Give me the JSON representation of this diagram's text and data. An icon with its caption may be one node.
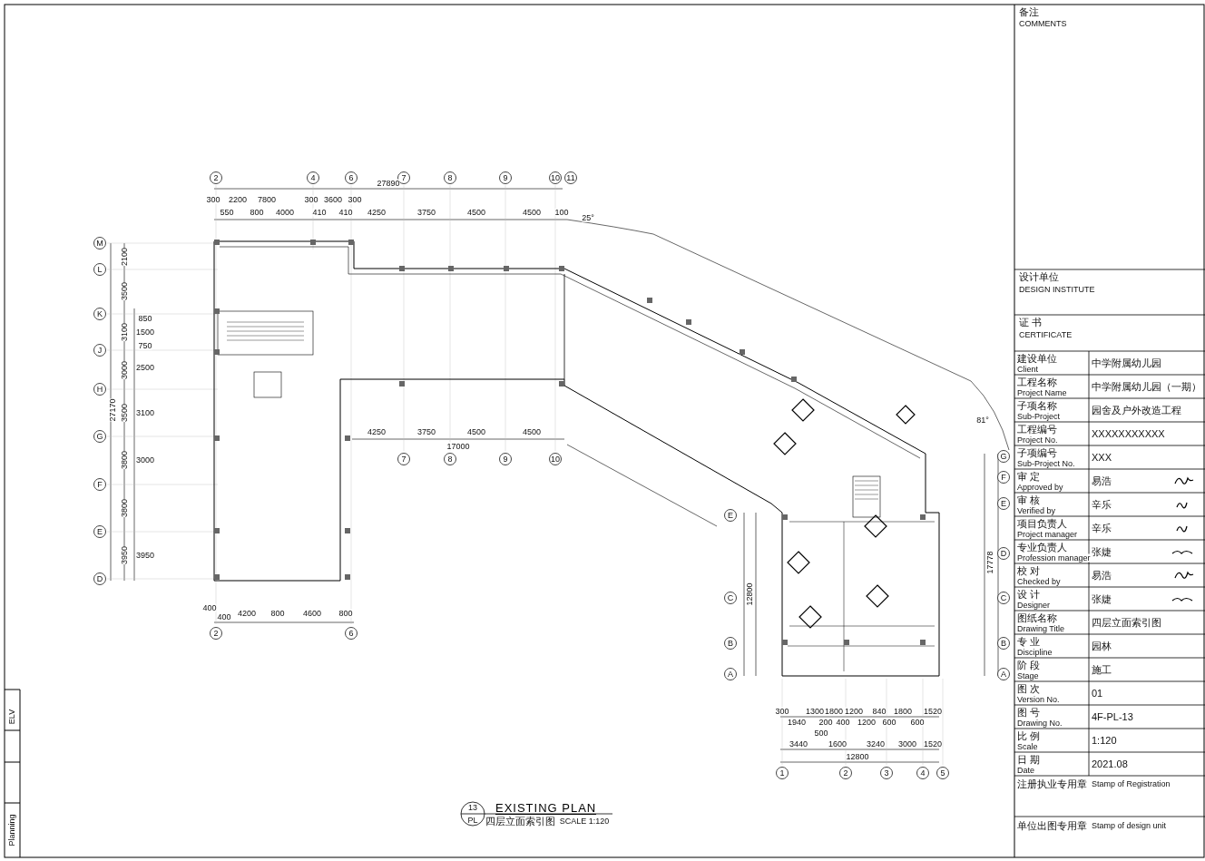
{
  "diagram": {
    "title": "EXISTING PLAN",
    "labels": [
      "备注",
      "COMMENTS",
      "2",
      "4",
      "6",
      "7",
      "8",
      "9",
      "10",
      "11",
      "27890",
      "300",
      "550",
      "2200",
      "800",
      "7800",
      "4000",
      "300",
      "410",
      "3600",
      "410",
      "300",
      "4250",
      "3750",
      "4500",
      "4500",
      "100",
      "25°",
      "M",
      "L",
      "K",
      "J",
      "H",
      "G",
      "F",
      "E",
      "D",
      "27170",
      "2100",
      "3500",
      "3100",
      "3000",
      "3500",
      "3800",
      "3800",
      "3950",
      "850",
      "1500",
      "750",
      "2500",
      "3100",
      "3000",
      "3950",
      "4250",
      "3750",
      "4500",
      "4500",
      "17000",
      "7",
      "8",
      "9",
      "10",
      "400",
      "400",
      "4200",
      "800",
      "4600",
      "800",
      "2",
      "6",
      "81°",
      "G",
      "F",
      "E",
      "D",
      "C",
      "B",
      "A",
      "17778",
      "E",
      "C",
      "B",
      "A",
      "12800",
      "300",
      "1940",
      "1300",
      "200",
      "1800",
      "400",
      "1200",
      "1200",
      "840",
      "600",
      "1800",
      "600",
      "1520",
      "500",
      "3440",
      "1600",
      "3240",
      "3000",
      "1520",
      "12800",
      "1",
      "2",
      "3",
      "4",
      "5",
      "设计单位",
      "DESIGN INSTITUTE",
      "证 书",
      "CERTIFICATE",
      "建设单位",
      "Client",
      "中学附属幼儿园",
      "工程名称",
      "Project Name",
      "中学附属幼儿园（一期）",
      "子项名称",
      "Sub-Project",
      "园舍及户外改造工程",
      "工程编号",
      "Project No.",
      "XXXXXXXXXXX",
      "子项编号",
      "Sub-Project No.",
      "XXX",
      "审 定",
      "Approved by",
      "易浩",
      "审 核",
      "Verified by",
      "辛乐",
      "项目负责人",
      "Project manager",
      "辛乐",
      "专业负责人",
      "Profession manager",
      "张婕",
      "校 对",
      "Checked by",
      "易浩",
      "设 计",
      "Designer",
      "张婕",
      "图纸名称",
      "Drawing Title",
      "四层立面索引图",
      "专 业",
      "Discipline",
      "园林",
      "阶 段",
      "Stage",
      "施工",
      "图 次",
      "Version No.",
      "01",
      "图 号",
      "Drawing No.",
      "4F-PL-13",
      "比 例",
      "Scale",
      "1:120",
      "日 期",
      "Date",
      "2021.08",
      "注册执业专用章",
      "Stamp of Registration",
      "单位出图专用章",
      "Stamp of design unit",
      "13",
      "PL",
      "四层立面索引图",
      "SCALE 1:120",
      "ELV",
      "Planning"
    ]
  }
}
